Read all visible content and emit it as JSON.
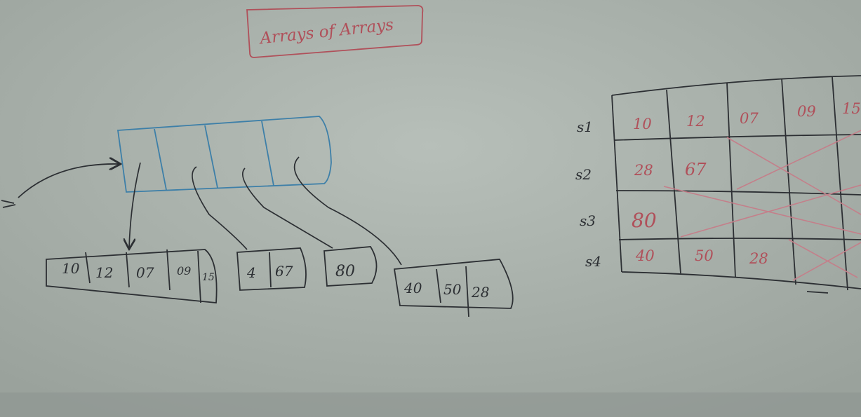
{
  "title": "Arrays of Arrays",
  "jagged": {
    "rows": [
      [
        "10",
        "12",
        "07",
        "09",
        "15"
      ],
      [
        "4",
        "67"
      ],
      [
        "80"
      ],
      [
        "40",
        "50",
        "28"
      ]
    ]
  },
  "matrix": {
    "row_labels": [
      "s1",
      "s2",
      "s3",
      "s4"
    ],
    "rows": [
      [
        "10",
        "12",
        "07",
        "09",
        "15"
      ],
      [
        "28",
        "67",
        "",
        "",
        ""
      ],
      [
        "80",
        "",
        "",
        "",
        ""
      ],
      [
        "40",
        "50",
        "28",
        "",
        ""
      ]
    ]
  },
  "colors": {
    "board": "#a9b1ab",
    "marker_black": "#2c2f33",
    "marker_blue": "#3d7fa8",
    "marker_red": "#b0505a"
  }
}
